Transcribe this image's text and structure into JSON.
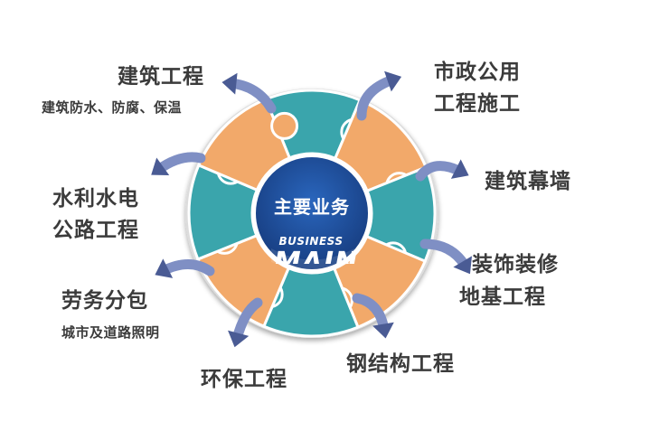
{
  "center": {
    "title": "主要业务",
    "subtitle": "BUSINESS",
    "big_word": "MAIN"
  },
  "services": [
    {
      "id": "building",
      "title": "建筑工程",
      "subtitle": "建筑防水、防腐、保温"
    },
    {
      "id": "municipal",
      "line1": "市政公用",
      "line2": "工程施工"
    },
    {
      "id": "curtain",
      "title": "建筑幕墙"
    },
    {
      "id": "decoration",
      "line1": "装饰装修",
      "line2": "地基工程"
    },
    {
      "id": "steel",
      "title": "钢结构工程"
    },
    {
      "id": "environment",
      "title": "环保工程"
    },
    {
      "id": "labor",
      "title": "劳务分包",
      "subtitle": "城市及道路照明"
    },
    {
      "id": "water",
      "line1": "水利水电",
      "line2": "公路工程"
    }
  ],
  "colors": {
    "teal": "#3aa5ac",
    "orange": "#f2a96a",
    "center_blue": "#1f4e9a",
    "ring_border": "#ffffff",
    "arrow": "#7f8fc4",
    "arrow_dark": "#4a5b94",
    "text": "#3b3b3b"
  },
  "icons": [
    "curved-arrow-icon"
  ]
}
